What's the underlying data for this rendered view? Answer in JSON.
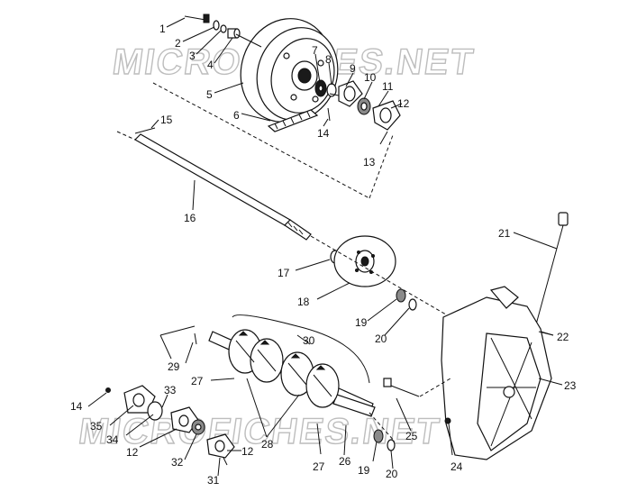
{
  "watermark_text": "MICROFICHES.NET",
  "callouts": [
    "1",
    "2",
    "3",
    "4",
    "5",
    "6",
    "7",
    "8",
    "9",
    "10",
    "11",
    "12",
    "13",
    "14",
    "15",
    "16",
    "17",
    "18",
    "19",
    "20",
    "21",
    "22",
    "23",
    "24",
    "25",
    "26",
    "27",
    "28",
    "29",
    "30",
    "31",
    "32",
    "33",
    "34",
    "35"
  ],
  "bottom_callouts": [
    "14",
    "35",
    "34",
    "12",
    "32",
    "31",
    "12",
    "33",
    "29",
    "27",
    "28",
    "27",
    "26",
    "19",
    "20",
    "25",
    "24"
  ]
}
